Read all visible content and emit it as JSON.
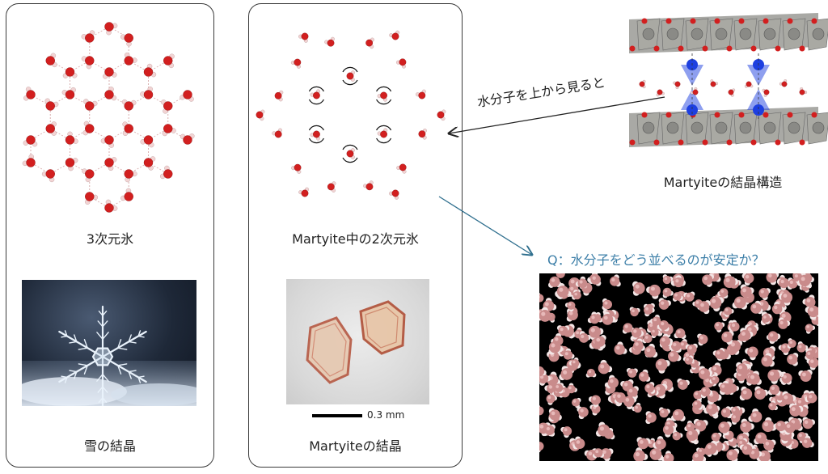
{
  "left_panel": {
    "ice3d_caption": "3次元氷",
    "snow_caption": "雪の結晶"
  },
  "middle_panel": {
    "ice2d_caption": "Martyite中の2次元氷",
    "crystal_caption": "Martyiteの結晶",
    "scale_bar_label": "0.3 mm"
  },
  "right_area": {
    "arrow_label": "水分子を上から見ると",
    "structure_caption": "Martyiteの結晶構造",
    "question": "Q：水分子をどう並べるのが安定か？"
  },
  "colors": {
    "oxygen": "#d21f1f",
    "hydrogen": "#f2d4d4",
    "zinc": "#8a8a86",
    "vanadium": "#1d3fe0",
    "question_text": "#3d7fa8",
    "arrow_pointer": "#2f6f8e"
  }
}
